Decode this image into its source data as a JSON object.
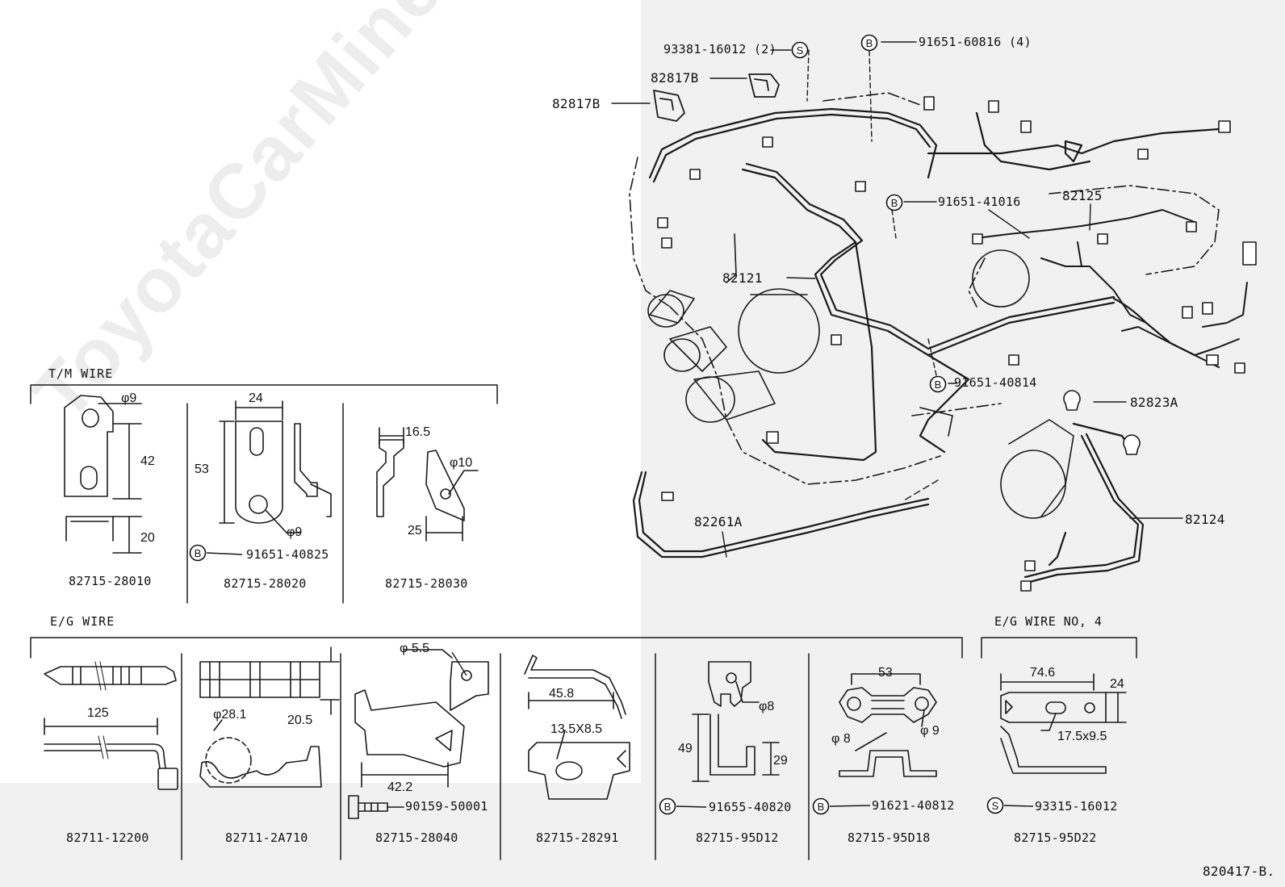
{
  "watermark": "ToyotaCarMine.ru",
  "sections": {
    "tm_wire": "T/M WIRE",
    "eg_wire": "E/G WIRE",
    "eg_wire_no4": "E/G WIRE NO, 4"
  },
  "callouts": {
    "c93381": "93381-16012 (2)",
    "c91651_60816": "91651-60816 (4)",
    "c82817b_1": "82817B",
    "c82817b_2": "82817B",
    "c91651_41016": "91651-41016",
    "c82125": "82125",
    "c82121": "82121",
    "c91651_40814": "91651-40814",
    "c82823a": "82823A",
    "c82124": "82124",
    "c82261a": "82261A",
    "c91651_40825": "91651-40825",
    "c90159": "90159-50001",
    "c91655": "91655-40820",
    "c91621": "91621-40812",
    "c93315": "93315-16012"
  },
  "parts": {
    "p28010": "82715-28010",
    "p28020": "82715-28020",
    "p28030": "82715-28030",
    "p12200": "82711-12200",
    "p2a710": "82711-2A710",
    "p28040": "82715-28040",
    "p28291": "82715-28291",
    "p95d12": "82715-95D12",
    "p95d18": "82715-95D18",
    "p95d22": "82715-95D22"
  },
  "dims": {
    "d_phi9_a": "φ9",
    "d42": "42",
    "d20": "20",
    "d24": "24",
    "d53": "53",
    "d_phi9_b": "φ9",
    "d16_5": "16.5",
    "d_phi10": "φ10",
    "d25": "25",
    "d125": "125",
    "d_phi28_1": "φ28.1",
    "d20_5": "20.5",
    "d_phi5_5": "φ 5.5",
    "d42_2": "42.2",
    "d45_8": "45.8",
    "d13_5x8_5": "13.5X8.5",
    "d_phi8_a": "φ8",
    "d49": "49",
    "d29": "29",
    "d53b": "53",
    "d_phi8_b": "φ 8",
    "d_phi9_c": "φ 9",
    "d74_6": "74.6",
    "d24b": "24",
    "d17_5x9_5": "17.5x9.5"
  },
  "symbols": {
    "s_s1": "S",
    "s_b1": "B",
    "s_b2": "B",
    "s_b3": "B",
    "s_b4": "B",
    "s_b5": "B",
    "s_b6": "B",
    "s_s2": "S"
  },
  "diagram_code": "820417-B."
}
